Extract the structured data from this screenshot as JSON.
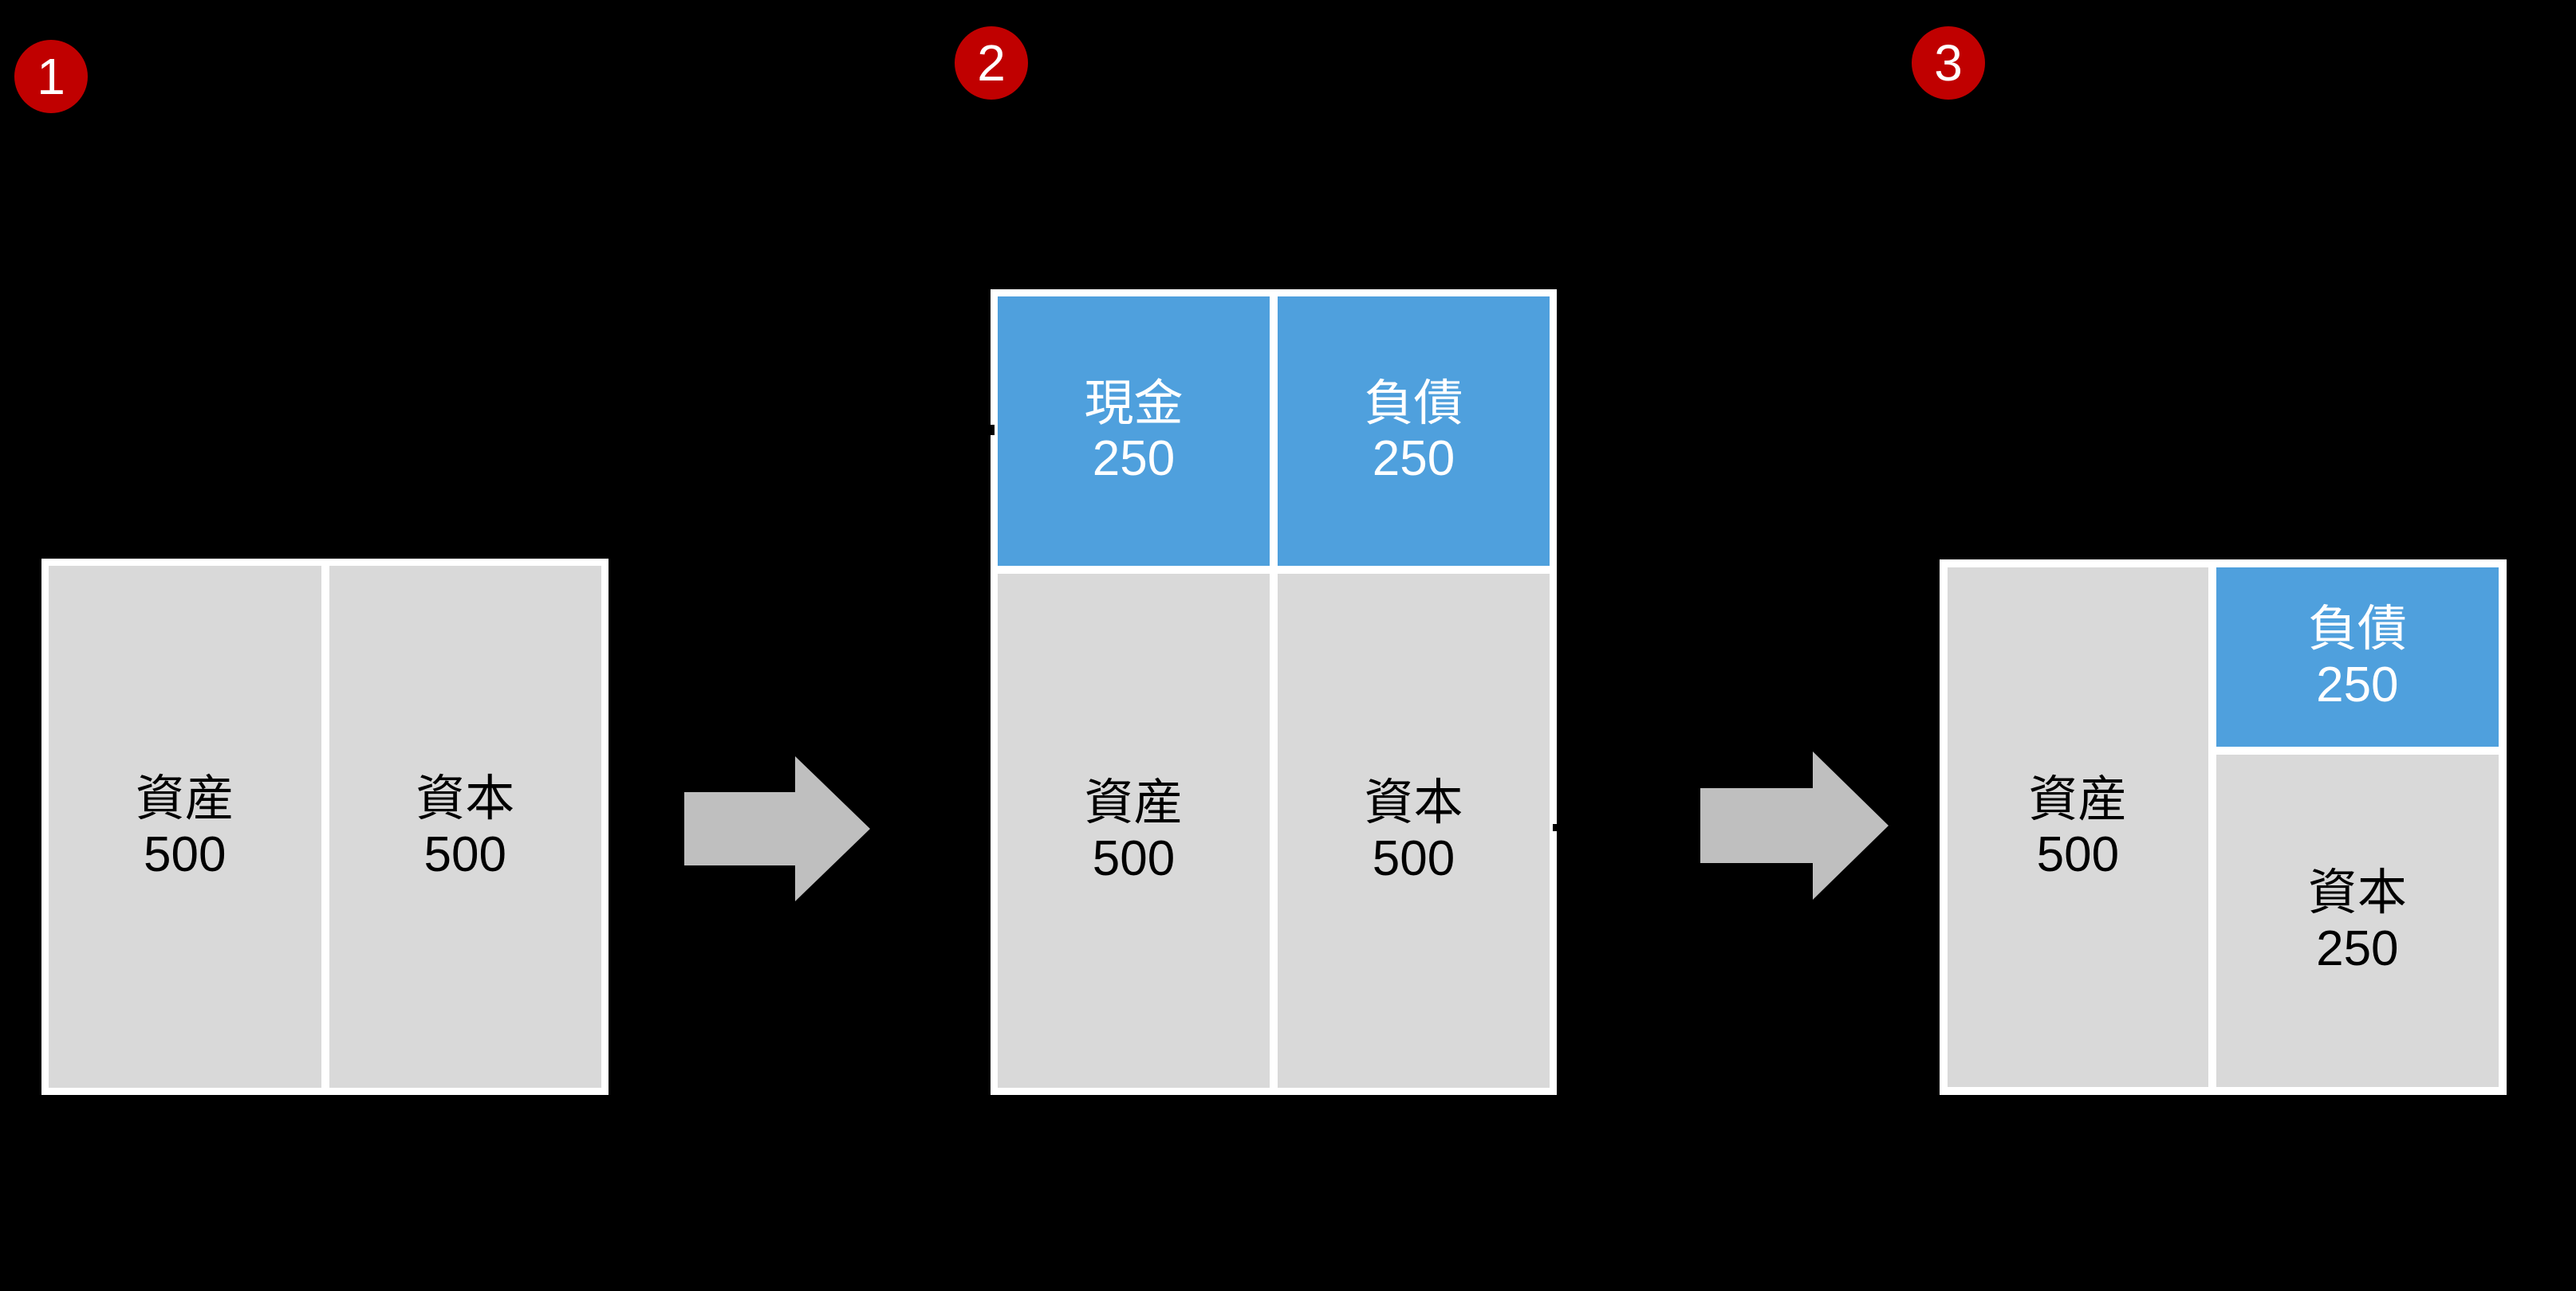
{
  "page": {
    "background_color": "#000000",
    "gray_fill": "#D9D9D9",
    "blue_fill": "#4FA0DD",
    "badge_color": "#C00000",
    "arrow_color": "#BFBFBF",
    "border_color": "#FFFFFF"
  },
  "badges": [
    {
      "number": "1"
    },
    {
      "number": "2"
    },
    {
      "number": "3"
    }
  ],
  "steps": [
    {
      "step": "1",
      "cells": [
        {
          "label": "資産",
          "amount": "500",
          "style": "gray"
        },
        {
          "label": "資本",
          "amount": "500",
          "style": "gray"
        }
      ]
    },
    {
      "step": "2",
      "cells": [
        {
          "label": "現金",
          "amount": "250",
          "style": "blue"
        },
        {
          "label": "負債",
          "amount": "250",
          "style": "blue"
        },
        {
          "label": "資産",
          "amount": "500",
          "style": "gray"
        },
        {
          "label": "資本",
          "amount": "500",
          "style": "gray"
        }
      ]
    },
    {
      "step": "3",
      "cells": [
        {
          "label": "資産",
          "amount": "500",
          "style": "gray"
        },
        {
          "label": "負債",
          "amount": "250",
          "style": "blue"
        },
        {
          "label": "資本",
          "amount": "250",
          "style": "gray"
        }
      ]
    }
  ],
  "arrows": [
    {
      "name": "arrow-right-1",
      "direction": "right"
    },
    {
      "name": "arrow-right-2",
      "direction": "right"
    }
  ]
}
